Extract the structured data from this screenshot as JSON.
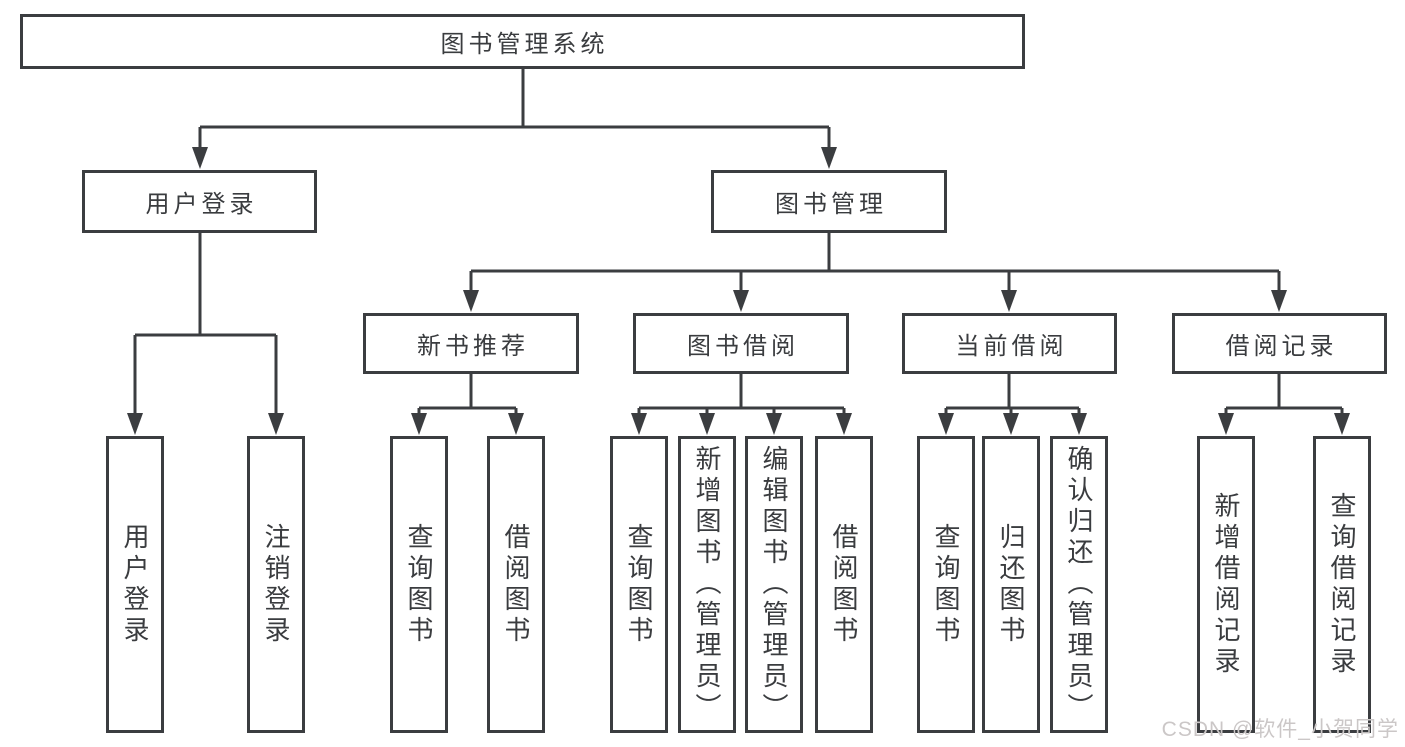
{
  "diagram": {
    "root": {
      "label": "图书管理系统"
    },
    "branches": [
      {
        "label": "用户登录",
        "children": [
          {
            "label": "用户登录"
          },
          {
            "label": "注销登录"
          }
        ]
      },
      {
        "label": "图书管理",
        "groups": [
          {
            "label": "新书推荐",
            "children": [
              {
                "label": "查询图书"
              },
              {
                "label": "借阅图书"
              }
            ]
          },
          {
            "label": "图书借阅",
            "children": [
              {
                "label": "查询图书"
              },
              {
                "label": "新增图书（管理员）"
              },
              {
                "label": "编辑图书（管理员）"
              },
              {
                "label": "借阅图书"
              }
            ]
          },
          {
            "label": "当前借阅",
            "children": [
              {
                "label": "查询图书"
              },
              {
                "label": "归还图书"
              },
              {
                "label": "确认归还（管理员）"
              }
            ]
          },
          {
            "label": "借阅记录",
            "children": [
              {
                "label": "新增借阅记录"
              },
              {
                "label": "查询借阅记录"
              }
            ]
          }
        ]
      }
    ]
  },
  "watermark": {
    "text": "CSDN @软件_小贺同学"
  },
  "colors": {
    "line": "#3b3d40",
    "text": "#3a3c3f",
    "background": "#ffffff",
    "watermark": "#cbc7c7"
  }
}
